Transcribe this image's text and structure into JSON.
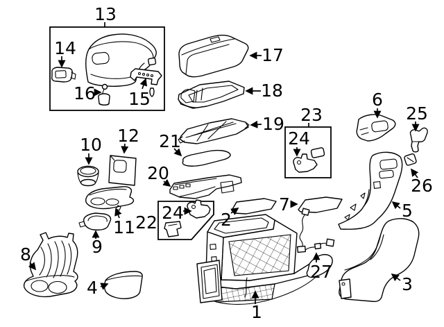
{
  "diagram": {
    "background_color": "#ffffff",
    "line_color": "#000000",
    "callouts": [
      {
        "label": "13"
      },
      {
        "label": "14"
      },
      {
        "label": "16"
      },
      {
        "label": "15"
      },
      {
        "label": "17"
      },
      {
        "label": "18"
      },
      {
        "label": "19"
      },
      {
        "label": "21"
      },
      {
        "label": "10"
      },
      {
        "label": "12"
      },
      {
        "label": "20"
      },
      {
        "label": "11"
      },
      {
        "label": "9"
      },
      {
        "label": "8"
      },
      {
        "label": "4"
      },
      {
        "label": "22"
      },
      {
        "label": "24"
      },
      {
        "label": "2"
      },
      {
        "label": "1"
      },
      {
        "label": "7"
      },
      {
        "label": "27"
      },
      {
        "label": "23"
      },
      {
        "label": "24"
      },
      {
        "label": "6"
      },
      {
        "label": "25"
      },
      {
        "label": "26"
      },
      {
        "label": "5"
      },
      {
        "label": "3"
      }
    ]
  }
}
